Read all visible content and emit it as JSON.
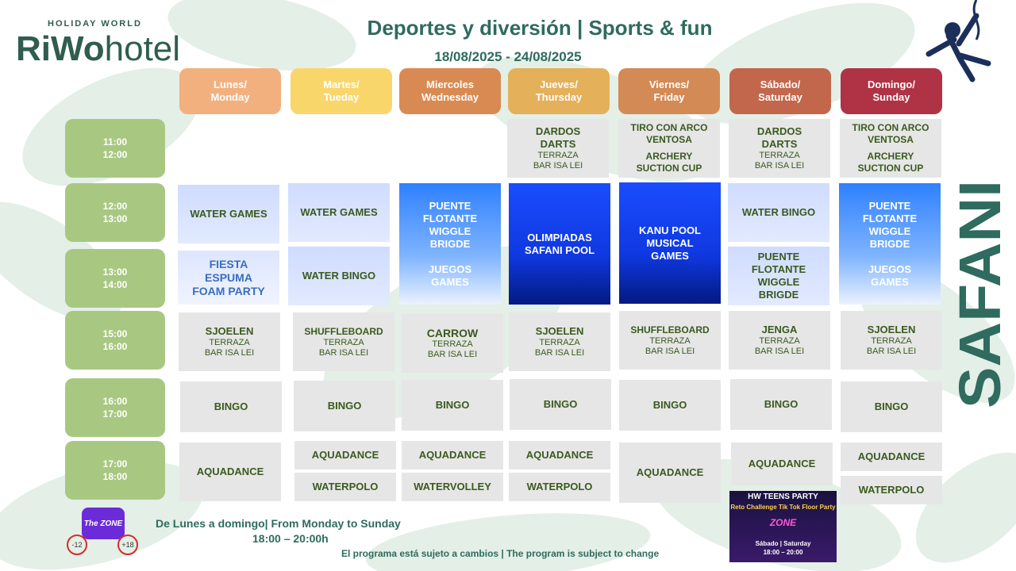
{
  "brand": {
    "top": "HOLIDAY   WORLD",
    "riwo": "RiWo",
    "hotel": "hotel"
  },
  "header": {
    "title": "Deportes y diversión | Sports & fun",
    "dates": "18/08/2025 - 24/08/2025"
  },
  "days": [
    {
      "line1": "Lunes/",
      "line2": "Monday",
      "color": "#f3b07f"
    },
    {
      "line1": "Martes/",
      "line2": "Tueday",
      "color": "#f9d66a"
    },
    {
      "line1": "Miercoles",
      "line2": "Wednesday",
      "color": "#d98a52"
    },
    {
      "line1": "Jueves/",
      "line2": "Thursday",
      "color": "#e5b05a"
    },
    {
      "line1": "Viernes/",
      "line2": "Friday",
      "color": "#d38a55"
    },
    {
      "line1": "Sábado/",
      "line2": "Saturday",
      "color": "#c2674c"
    },
    {
      "line1": "Domingo/",
      "line2": "Sunday",
      "color": "#b03245"
    }
  ],
  "times": [
    {
      "a": "11:00",
      "b": "12:00"
    },
    {
      "a": "12:00",
      "b": "13:00"
    },
    {
      "a": "13:00",
      "b": "14:00"
    },
    {
      "a": "15:00",
      "b": "16:00"
    },
    {
      "a": "16:00",
      "b": "17:00"
    },
    {
      "a": "17:00",
      "b": "18:00"
    }
  ],
  "slot11": {
    "thu": {
      "l1": "DARDOS",
      "l2": "DARTS",
      "s1": "TERRAZA",
      "s2": "BAR ISA LEI"
    },
    "fri": {
      "l1": "TIRO CON ARCO",
      "l2": "VENTOSA",
      "l3": "ARCHERY",
      "l4": "SUCTION CUP"
    },
    "sat": {
      "l1": "DARDOS",
      "l2": "DARTS",
      "s1": "TERRAZA",
      "s2": "BAR ISA LEI"
    },
    "sun": {
      "l1": "TIRO CON ARCO",
      "l2": "VENTOSA",
      "l3": "ARCHERY",
      "l4": "SUCTION CUP"
    }
  },
  "slot12": {
    "mon1": "WATER GAMES",
    "mon2": {
      "l1": "FIESTA",
      "l2": "ESPUMA",
      "l3": "FOAM PARTY"
    },
    "tue1": "WATER GAMES",
    "tue2": "WATER BINGO",
    "wed": {
      "l1": "PUENTE",
      "l2": "FLOTANTE",
      "l3": "WIGGLE",
      "l4": "BRIGDE",
      "l5": "JUEGOS",
      "l6": "GAMES"
    },
    "thu": {
      "l1": "OLIMPIADAS",
      "l2": "SAFANI POOL"
    },
    "fri": {
      "l1": "KANU POOL",
      "l2": "MUSICAL",
      "l3": "GAMES"
    },
    "sat1": "WATER BINGO",
    "sat2": {
      "l1": "PUENTE",
      "l2": "FLOTANTE",
      "l3": "WIGGLE",
      "l4": "BRIGDE"
    },
    "sun": {
      "l1": "PUENTE",
      "l2": "FLOTANTE",
      "l3": "WIGGLE",
      "l4": "BRIGDE",
      "l5": "JUEGOS",
      "l6": "GAMES"
    }
  },
  "slot15": [
    {
      "t": "SJOELEN",
      "s1": "TERRAZA",
      "s2": "BAR ISA LEI"
    },
    {
      "t": "SHUFFLEBOARD",
      "s1": "TERRAZA",
      "s2": "BAR ISA LEI"
    },
    {
      "t": "CARROW",
      "s1": "TERRAZA",
      "s2": "BAR ISA LEI"
    },
    {
      "t": "SJOELEN",
      "s1": "TERRAZA",
      "s2": "BAR ISA LEI"
    },
    {
      "t": "SHUFFLEBOARD",
      "s1": "TERRAZA",
      "s2": "BAR ISA LEI"
    },
    {
      "t": "JENGA",
      "s1": "TERRAZA",
      "s2": "BAR ISA LEI"
    },
    {
      "t": "SJOELEN",
      "s1": "TERRAZA",
      "s2": "BAR ISA LEI"
    }
  ],
  "slot16": [
    "BINGO",
    "BINGO",
    "BINGO",
    "BINGO",
    "BINGO",
    "BINGO",
    "BINGO"
  ],
  "slot17": {
    "mon": "AQUADANCE",
    "tue1": "AQUADANCE",
    "tue2": "WATERPOLO",
    "wed1": "AQUADANCE",
    "wed2": "WATERVOLLEY",
    "thu1": "AQUADANCE",
    "thu2": "WATERPOLO",
    "fri": "AQUADANCE",
    "sat": "AQUADANCE",
    "sun1": "AQUADANCE",
    "sun2": "WATERPOLO"
  },
  "side_label": "SAFANI",
  "zone": {
    "label": "The ZONE",
    "age1": "-12",
    "age2": "+18"
  },
  "footer": {
    "line1": "De Lunes a domingo| From Monday to Sunday",
    "line2": "18:00 – 20:00h",
    "disclaimer": "El programa está sujeto a cambios  |  The program is subject to change"
  },
  "teens": {
    "title": "HW TEENS PARTY",
    "tags": "Reto  Challenge  Tik Tok  Floor Party",
    "zone": "ZONE",
    "bottom1": "Sábado | Saturday",
    "bottom2": "18:00 – 20:00"
  },
  "colors": {
    "time_bg": "#a8c882",
    "text_green": "#2f6b5e",
    "cell_bg": "#e6e6e6"
  }
}
